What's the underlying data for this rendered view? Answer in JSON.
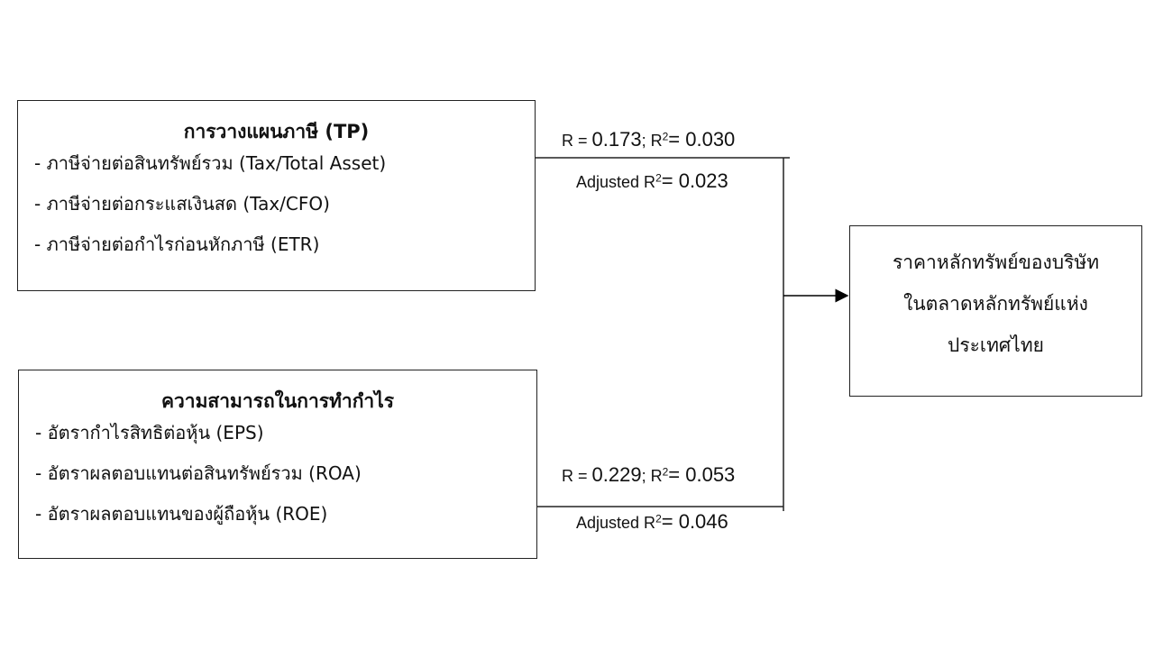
{
  "tax_planning_box": {
    "title": "การวางแผนภาษี (TP)",
    "items": [
      "- ภาษีจ่ายต่อสินทรัพย์รวม (Tax/Total Asset)",
      "- ภาษีจ่ายต่อกระแสเงินสด (Tax/CFO)",
      "- ภาษีจ่ายต่อกำไรก่อนหักภาษี (ETR)"
    ]
  },
  "profitability_box": {
    "title": "ความสามารถในการทำกำไร",
    "items": [
      "- อัตรากำไรสิทธิต่อหุ้น (EPS)",
      "- อัตราผลตอบแทนต่อสินทรัพย์รวม (ROA)",
      "- อัตราผลตอบแทนของผู้ถือหุ้น (ROE)"
    ]
  },
  "dependent_box": {
    "lines": [
      "ราคาหลักทรัพย์ของบริษัท",
      "ในตลาดหลักทรัพย์แห่ง",
      "ประเทศไทย"
    ]
  },
  "stats_top": {
    "r_label": "R = ",
    "r": "0.173",
    "r2_label": "; R",
    "r2": "= 0.030",
    "adj_label": "Adjusted R",
    "adj": "= 0.023",
    "sup": "2"
  },
  "stats_bottom": {
    "r_label": "R = ",
    "r": "0.229",
    "r2_label": "; R",
    "r2": "= 0.053",
    "adj_label": "Adjusted R",
    "adj": "= 0.046",
    "sup": "2"
  }
}
